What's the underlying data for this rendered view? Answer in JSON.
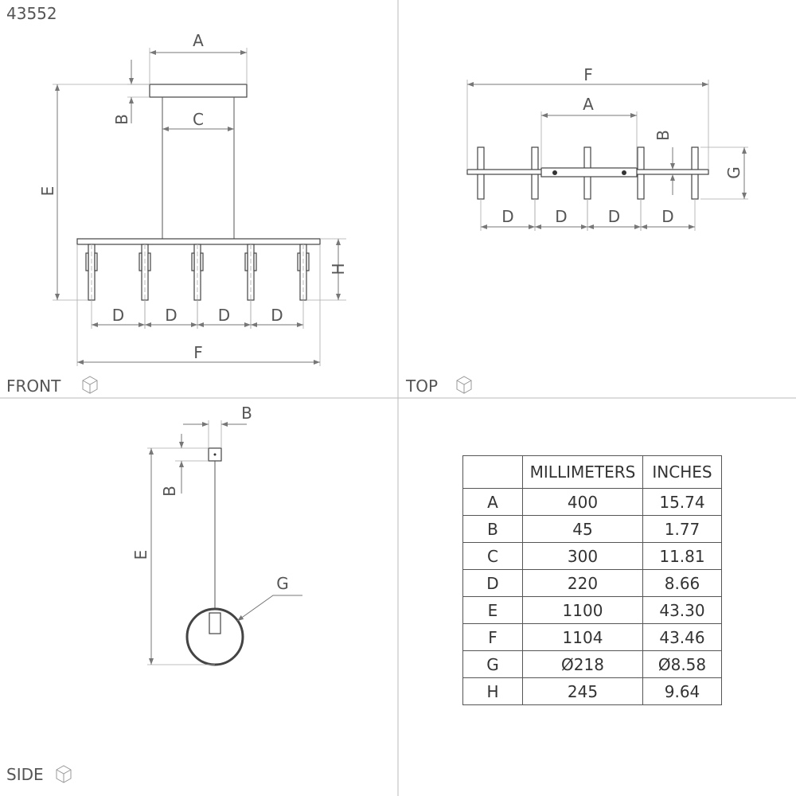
{
  "product_code": "43552",
  "views": {
    "front": "FRONT",
    "top": "TOP",
    "side": "SIDE"
  },
  "dim_labels": {
    "A": "A",
    "B": "B",
    "C": "C",
    "D": "D",
    "E": "E",
    "F": "F",
    "G": "G",
    "H": "H"
  },
  "table": {
    "headers": [
      "",
      "MILLIMETERS",
      "INCHES"
    ],
    "rows": [
      [
        "A",
        "400",
        "15.74"
      ],
      [
        "B",
        "45",
        "1.77"
      ],
      [
        "C",
        "300",
        "11.81"
      ],
      [
        "D",
        "220",
        "8.66"
      ],
      [
        "E",
        "1100",
        "43.30"
      ],
      [
        "F",
        "1104",
        "43.46"
      ],
      [
        "G",
        "Ø218",
        "Ø8.58"
      ],
      [
        "H",
        "245",
        "9.64"
      ]
    ]
  }
}
